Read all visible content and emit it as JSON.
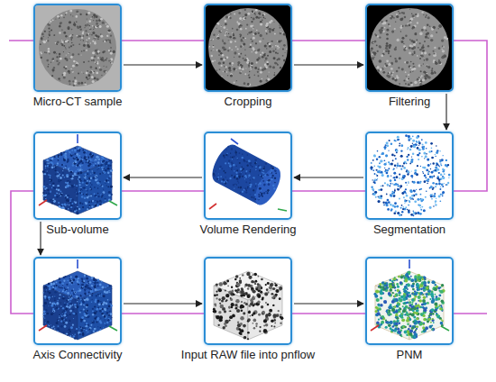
{
  "diagram": {
    "nodes": [
      {
        "text": [
          "Micro-CT sample"
        ]
      },
      {
        "text": [
          "Cropping"
        ]
      },
      {
        "text": [
          "Filtering"
        ]
      },
      {
        "text": [
          "Sub-volume"
        ]
      },
      {
        "text": [
          "Volume Rendering"
        ]
      },
      {
        "text": [
          "Segmentation"
        ]
      },
      {
        "text": [
          "Axis Connectivity"
        ]
      },
      {
        "text": [
          "Input RAW file into pnflow"
        ]
      },
      {
        "text": [
          "PNM"
        ]
      }
    ],
    "edges": [
      {
        "from": 0,
        "to": 1,
        "arrow": "to"
      },
      {
        "from": 1,
        "to": 2,
        "arrow": "to"
      },
      {
        "from": 2,
        "to": 5,
        "arrow": "to"
      },
      {
        "from": 5,
        "to": 4,
        "arrow": "to"
      },
      {
        "from": 4,
        "to": 3,
        "arrow": "to"
      },
      {
        "from": 3,
        "to": 6,
        "arrow": "to"
      },
      {
        "from": 6,
        "to": 7,
        "arrow": "to"
      },
      {
        "from": 7,
        "to": 8,
        "arrow": "to"
      }
    ]
  }
}
